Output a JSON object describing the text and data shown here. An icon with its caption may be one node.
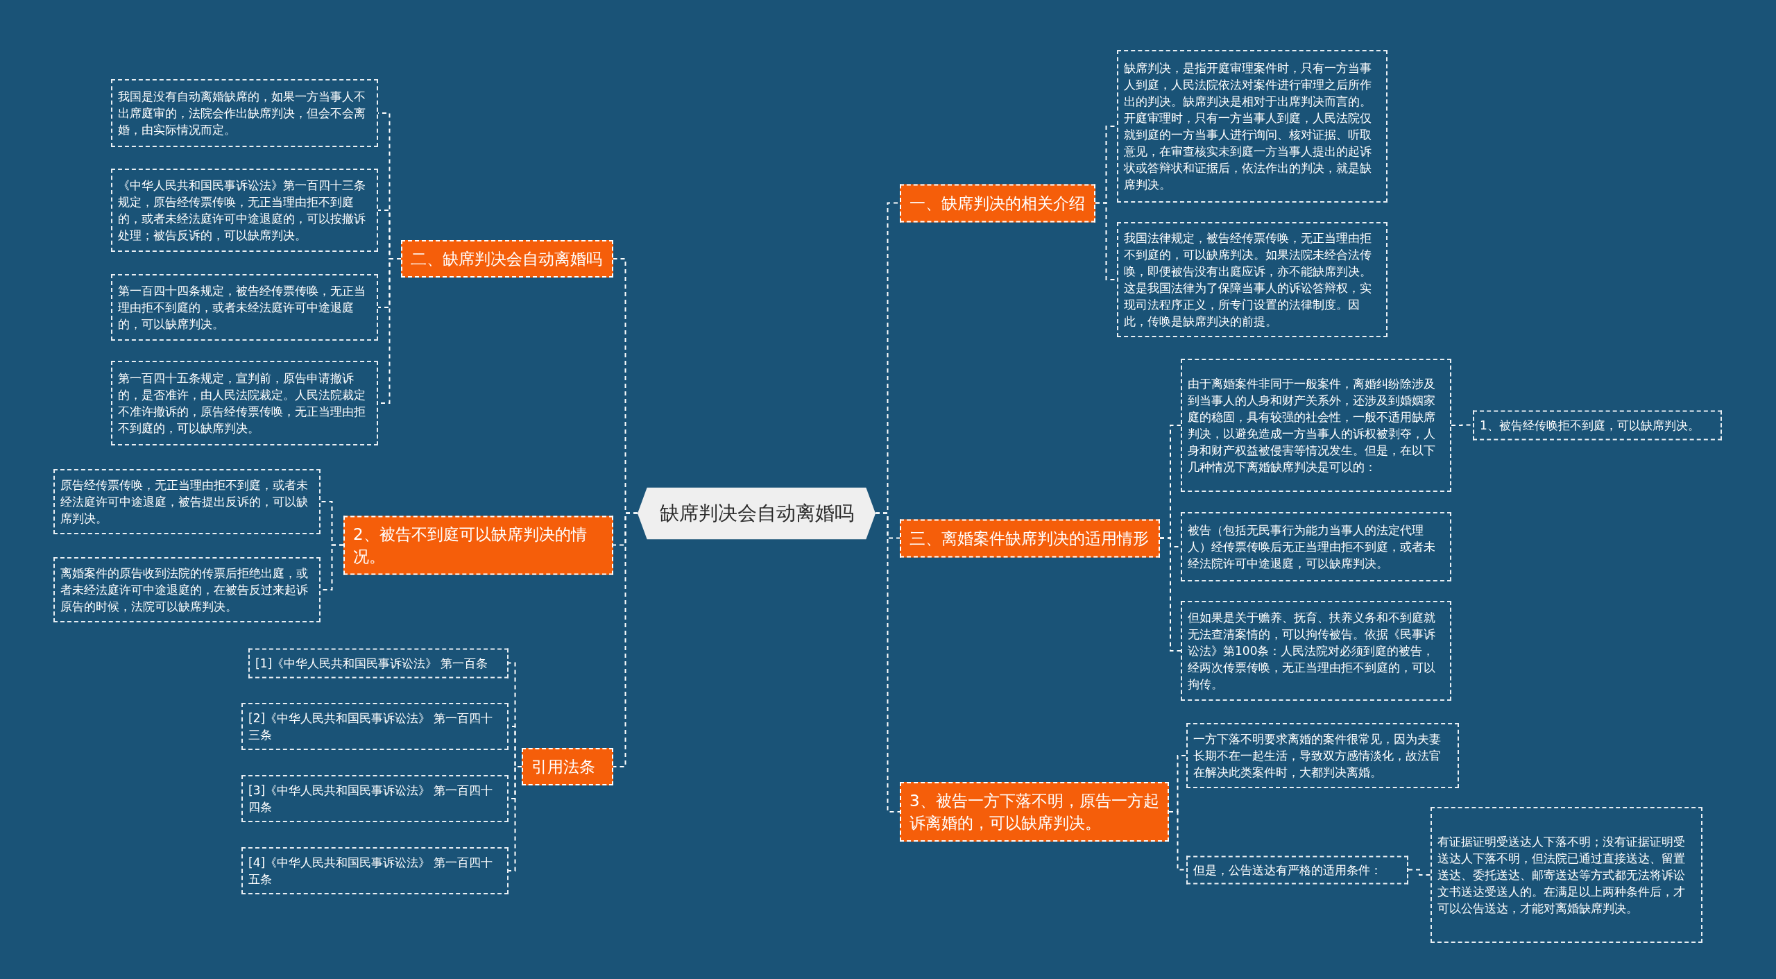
{
  "diagram": {
    "nodes": [
      {
        "text": [
          "缺席判决会自动离婚吗"
        ]
      },
      {
        "text": [
          "二、缺席判决会自动离婚吗"
        ]
      },
      {
        "text": [
          "我国是没有自动离婚缺席的，如果一方当事人不出席庭审的，法院会作出缺席判决，但会不会离婚，由实际情况而定。"
        ]
      },
      {
        "text": [
          "《中华人民共和国民事诉讼法》第一百四十三条规定，原告经传票传唤，无正当理由拒不到庭的，或者未经法庭许可中途退庭的，可以按撤诉处理；被告反诉的，可以缺席判决。"
        ]
      },
      {
        "text": [
          "第一百四十四条规定，被告经传票传唤，无正当理由拒不到庭的，或者未经法庭许可中途退庭的，可以缺席判决。"
        ]
      },
      {
        "text": [
          "第一百四十五条规定，宣判前，原告申请撤诉的，是否准许，由人民法院裁定。人民法院裁定不准许撤诉的，原告经传票传唤，无正当理由拒不到庭的，可以缺席判决。"
        ]
      },
      {
        "text": [
          "2、被告不到庭可以缺席判决的情况。"
        ]
      },
      {
        "text": [
          "原告经传票传唤，无正当理由拒不到庭，或者未经法庭许可中途退庭，被告提出反诉的，可以缺席判决。"
        ]
      },
      {
        "text": [
          "离婚案件的原告收到法院的传票后拒绝出庭，或者未经法庭许可中途退庭的，在被告反过来起诉原告的时候，法院可以缺席判决。"
        ]
      },
      {
        "text": [
          "引用法条"
        ]
      },
      {
        "text": [
          "[1]《中华人民共和国民事诉讼法》 第一百条"
        ]
      },
      {
        "text": [
          "[2]《中华人民共和国民事诉讼法》 第一百四十三条"
        ]
      },
      {
        "text": [
          "[3]《中华人民共和国民事诉讼法》 第一百四十四条"
        ]
      },
      {
        "text": [
          "[4]《中华人民共和国民事诉讼法》 第一百四十五条"
        ]
      },
      {
        "text": [
          "一、缺席判决的相关介绍"
        ]
      },
      {
        "text": [
          "缺席判决，是指开庭审理案件时，只有一方当事人到庭，人民法院依法对案件进行审理之后所作出的判决。缺席判决是相对于出席判决而言的。开庭审理时，只有一方当事人到庭，人民法院仅就到庭的一方当事人进行询问、核对证据、听取意见，在审查核实未到庭一方当事人提出的起诉状或答辩状和证据后，依法作出的判决，就是缺席判决。"
        ]
      },
      {
        "text": [
          "我国法律规定，被告经传票传唤，无正当理由拒不到庭的，可以缺席判决。如果法院未经合法传唤，即便被告没有出庭应诉，亦不能缺席判决。这是我国法律为了保障当事人的诉讼答辩权，实现司法程序正义，所专门设置的法律制度。因此，传唤是缺席判决的前提。"
        ]
      },
      {
        "text": [
          "三、离婚案件缺席判决的适用情形"
        ]
      },
      {
        "text": [
          "由于离婚案件非同于一般案件，离婚纠纷除涉及到当事人的人身和财产关系外，还涉及到婚姻家庭的稳固，具有较强的社会性，一般不适用缺席判决，以避免造成一方当事人的诉权被剥夺，人身和财产权益被侵害等情况发生。但是，在以下几种情况下离婚缺席判决是可以的："
        ]
      },
      {
        "text": [
          "1、被告经传唤拒不到庭，可以缺席判决。"
        ]
      },
      {
        "text": [
          "被告（包括无民事行为能力当事人的法定代理人）经传票传唤后无正当理由拒不到庭，或者未经法院许可中途退庭，可以缺席判决。"
        ]
      },
      {
        "text": [
          "但如果是关于赡养、抚育、扶养义务和不到庭就无法查清案情的，可以拘传被告。依据《民事诉讼法》第100条：人民法院对必须到庭的被告，经两次传票传唤，无正当理由拒不到庭的，可以拘传。"
        ]
      },
      {
        "text": [
          "3、被告一方下落不明，原告一方起诉离婚的，可以缺席判决。"
        ]
      },
      {
        "text": [
          "一方下落不明要求离婚的案件很常见，因为夫妻长期不在一起生活，导致双方感情淡化，故法官在解决此类案件时，大都判决离婚。"
        ]
      },
      {
        "text": [
          "但是，公告送达有严格的适用条件："
        ]
      },
      {
        "text": [
          "有证据证明受送达人下落不明；没有证据证明受送达人下落不明，但法院已通过直接送达、留置送达、委托送达、邮寄送达等方式都无法将诉讼文书送达受送人的。在满足以上两种条件后，才可以公告送达，才能对离婚缺席判决。"
        ]
      }
    ],
    "edges": [
      {
        "from": 0,
        "to": 1,
        "arrow": "none",
        "style": "dashed"
      },
      {
        "from": 1,
        "to": 2,
        "arrow": "none",
        "style": "dashed"
      },
      {
        "from": 1,
        "to": 3,
        "arrow": "none",
        "style": "dashed"
      },
      {
        "from": 1,
        "to": 4,
        "arrow": "none",
        "style": "dashed"
      },
      {
        "from": 1,
        "to": 5,
        "arrow": "none",
        "style": "dashed"
      },
      {
        "from": 0,
        "to": 6,
        "arrow": "none",
        "style": "dashed"
      },
      {
        "from": 6,
        "to": 7,
        "arrow": "none",
        "style": "dashed"
      },
      {
        "from": 6,
        "to": 8,
        "arrow": "none",
        "style": "dashed"
      },
      {
        "from": 0,
        "to": 9,
        "arrow": "none",
        "style": "dashed"
      },
      {
        "from": 9,
        "to": 10,
        "arrow": "none",
        "style": "dashed"
      },
      {
        "from": 9,
        "to": 11,
        "arrow": "none",
        "style": "dashed"
      },
      {
        "from": 9,
        "to": 12,
        "arrow": "none",
        "style": "dashed"
      },
      {
        "from": 9,
        "to": 13,
        "arrow": "none",
        "style": "dashed"
      },
      {
        "from": 0,
        "to": 14,
        "arrow": "none",
        "style": "dashed"
      },
      {
        "from": 14,
        "to": 15,
        "arrow": "none",
        "style": "dashed"
      },
      {
        "from": 14,
        "to": 16,
        "arrow": "none",
        "style": "dashed"
      },
      {
        "from": 0,
        "to": 17,
        "arrow": "none",
        "style": "dashed"
      },
      {
        "from": 17,
        "to": 18,
        "arrow": "none",
        "style": "dashed"
      },
      {
        "from": 18,
        "to": 19,
        "arrow": "none",
        "style": "dashed"
      },
      {
        "from": 17,
        "to": 20,
        "arrow": "none",
        "style": "dashed"
      },
      {
        "from": 17,
        "to": 21,
        "arrow": "none",
        "style": "dashed"
      },
      {
        "from": 0,
        "to": 22,
        "arrow": "none",
        "style": "dashed"
      },
      {
        "from": 22,
        "to": 23,
        "arrow": "none",
        "style": "dashed"
      },
      {
        "from": 22,
        "to": 24,
        "arrow": "none",
        "style": "dashed"
      },
      {
        "from": 24,
        "to": 25,
        "arrow": "none",
        "style": "dashed"
      }
    ]
  }
}
